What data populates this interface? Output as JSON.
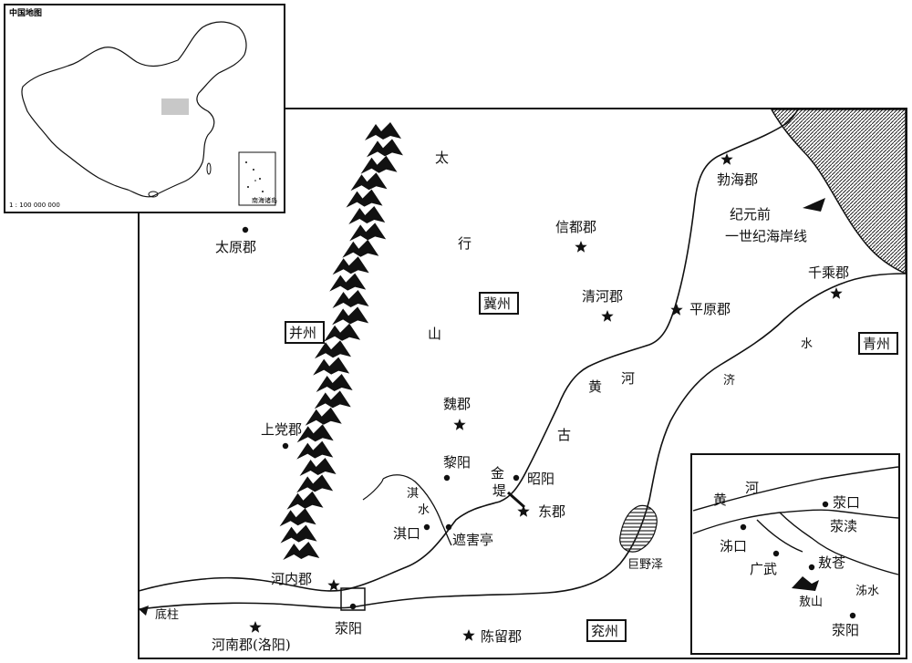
{
  "inset_map": {
    "title": "中国地图",
    "scale": "1 : 100 000 000",
    "south_sea_box": "南海诸岛"
  },
  "mountain_label": [
    "太",
    "行",
    "山"
  ],
  "provinces": {
    "bingzhou": "并州",
    "jizhou": "冀州",
    "qingzhou": "青州",
    "yanzhou": "兖州"
  },
  "places": {
    "taiyuan": "太原郡",
    "shangdang": "上党郡",
    "xindu": "信都郡",
    "qinghe": "清河郡",
    "pingyuan": "平原郡",
    "bohai": "勃海郡",
    "qiancheng": "千乘郡",
    "weijun": "魏郡",
    "liyang": "黎阳",
    "zhaoyang": "昭阳",
    "dongjun": "东郡",
    "qikou": "淇口",
    "zhehaiting": "遮害亭",
    "henei": "河内郡",
    "xingyang": "荥阳",
    "henan": "河南郡(洛阳)",
    "chenliu": "陈留郡",
    "juye": "巨野泽",
    "dizhu": "底柱"
  },
  "coastline_note": [
    "纪元前",
    "一世纪海岸线"
  ],
  "rivers": {
    "huanghe": [
      "黄",
      "河"
    ],
    "gu": "古",
    "jindi": [
      "金",
      "堤"
    ],
    "qishui": [
      "淇",
      "水"
    ],
    "jishui": [
      "济",
      "水"
    ]
  },
  "detail_inset": {
    "huanghe": [
      "黄",
      "河"
    ],
    "xingkou": "荥口",
    "xingdu": "荥渎",
    "jikou": "泲口",
    "guangwu": "广武",
    "aocang": "敖苍",
    "aoshan": "敖山",
    "jishui": "泲水",
    "xingyang": "荥阳"
  }
}
